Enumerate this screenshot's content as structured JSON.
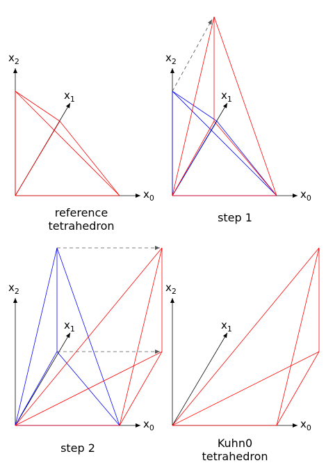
{
  "axes": {
    "x0": {
      "base": "x",
      "sub": "0"
    },
    "x1": {
      "base": "x",
      "sub": "1"
    },
    "x2": {
      "base": "x",
      "sub": "2"
    }
  },
  "panels": [
    {
      "id": "reference",
      "caption_lines": [
        "reference",
        "tetrahedron"
      ]
    },
    {
      "id": "step1",
      "caption_lines": [
        "step 1"
      ]
    },
    {
      "id": "step2",
      "caption_lines": [
        "step 2"
      ]
    },
    {
      "id": "kuhn0",
      "caption_lines": [
        "Kuhn0",
        "tetrahedron"
      ]
    }
  ],
  "colors": {
    "red": "#ff0000",
    "blue": "#0000ff",
    "axis": "#000000",
    "dashed": "#555555"
  }
}
